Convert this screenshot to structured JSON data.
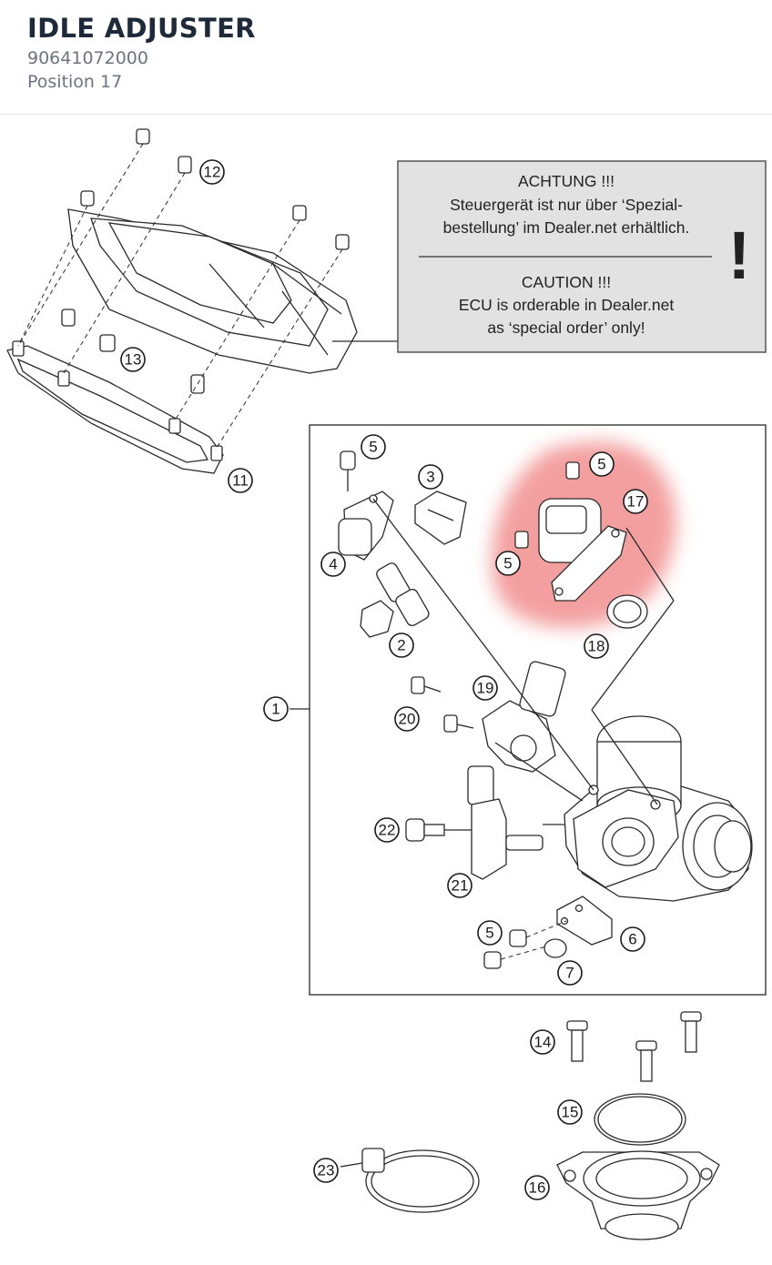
{
  "header": {
    "title": "IDLE ADJUSTER",
    "part_number": "90641072000",
    "position": "Position 17"
  },
  "note": {
    "line1": "ACHTUNG !!!",
    "line2": "Steuergerät ist nur über ‘Spezial-",
    "line3": "bestellung’ im Dealer.net erhältlich.",
    "line4": "CAUTION !!!",
    "line5": "ECU is orderable in Dealer.net",
    "line6": "as ‘special order’ only!",
    "mark": "!"
  },
  "callouts": {
    "c1": "1",
    "c2": "2",
    "c3": "3",
    "c4": "4",
    "c5a": "5",
    "c5b": "5",
    "c5c": "5",
    "c5d": "5",
    "c6": "6",
    "c7": "7",
    "c11": "11",
    "c12": "12",
    "c13": "13",
    "c14": "14",
    "c15": "15",
    "c16": "16",
    "c17": "17",
    "c18": "18",
    "c19": "19",
    "c20": "20",
    "c21": "21",
    "c22": "22",
    "c23": "23"
  },
  "colors": {
    "highlight": "#f08080",
    "title": "#1e2a3a",
    "subtitle": "#6b7480",
    "note_bg": "#e2e2e2"
  }
}
